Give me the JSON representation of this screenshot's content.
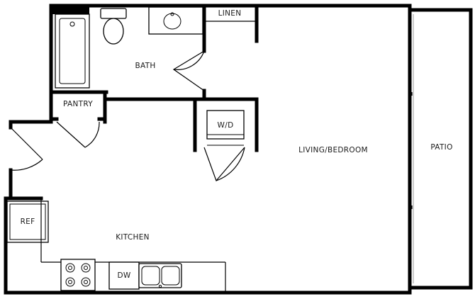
{
  "rooms": {
    "bath": "BATH",
    "linen": "LINEN",
    "pantry": "PANTRY",
    "wd": "W/D",
    "living": "LIVING/BEDROOM",
    "patio": "PATIO",
    "ref": "REF",
    "kitchen": "KITCHEN",
    "dw": "DW"
  }
}
